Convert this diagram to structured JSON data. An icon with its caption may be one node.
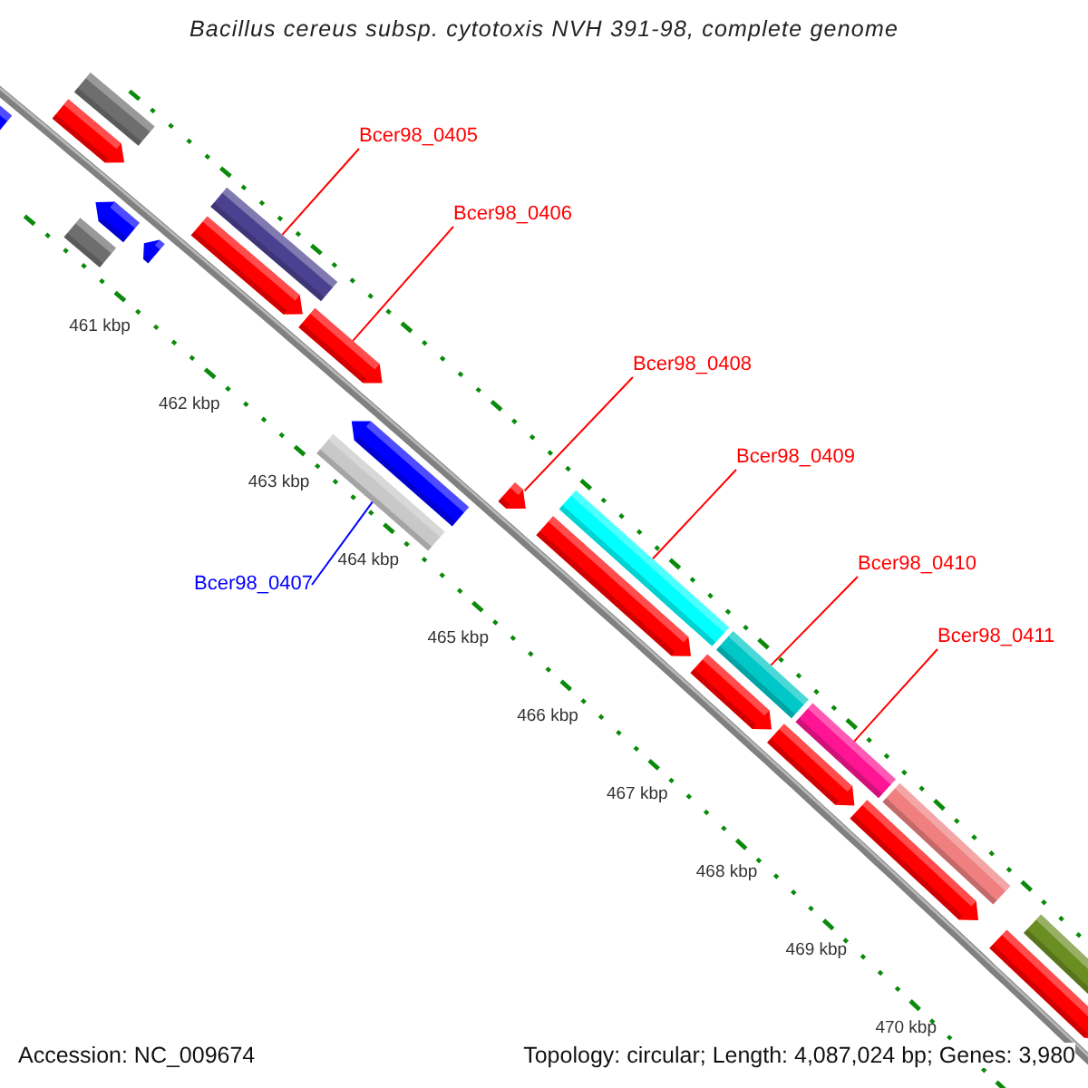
{
  "diagram": {
    "title": "Bacillus cereus subsp. cytotoxis NVH 391-98, complete genome",
    "nodes": [
      {
        "text": [
          "Bcer98_0405"
        ]
      },
      {
        "text": [
          "Bcer98_0406"
        ]
      },
      {
        "text": [
          "Bcer98_0408"
        ]
      },
      {
        "text": [
          "Bcer98_0409"
        ]
      },
      {
        "text": [
          "Bcer98_0410"
        ]
      },
      {
        "text": [
          "Bcer98_0407"
        ]
      },
      {
        "text": [
          "Bcer98_0411"
        ]
      },
      {
        "text": [],
        "shape": "bar"
      },
      {
        "text": [],
        "shape": "bar"
      },
      {
        "text": [],
        "shape": "bar"
      },
      {
        "text": [],
        "shape": "bar"
      },
      {
        "text": [],
        "shape": "bar"
      },
      {
        "text": [],
        "shape": "bar"
      },
      {
        "text": [],
        "shape": "bar"
      }
    ],
    "edges": [
      {
        "from": 0,
        "to": 7,
        "arrow": "none"
      },
      {
        "from": 1,
        "to": 8,
        "arrow": "none"
      },
      {
        "from": 2,
        "to": 10,
        "arrow": "none"
      },
      {
        "from": 3,
        "to": 11,
        "arrow": "none"
      },
      {
        "from": 4,
        "to": 12,
        "arrow": "none"
      },
      {
        "from": 5,
        "to": 9,
        "arrow": "none",
        "color": "#0000ff"
      },
      {
        "from": 6,
        "to": 13,
        "arrow": "none"
      }
    ],
    "labels": [
      "461 kbp",
      "462 kbp",
      "463 kbp",
      "464 kbp",
      "465 kbp",
      "466 kbp",
      "467 kbp",
      "468 kbp",
      "469 kbp",
      "470 kbp",
      "Accession: NC_009674",
      "Topology: circular; Length: 4,087,024 bp; Genes: 3,980"
    ]
  }
}
